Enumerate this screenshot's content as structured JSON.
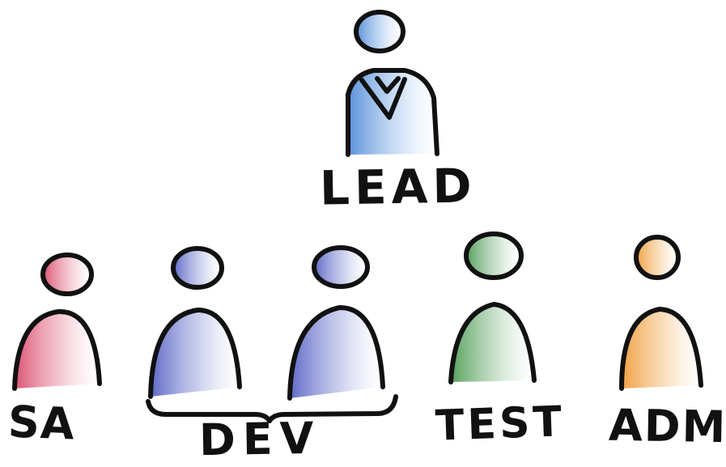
{
  "diagram": {
    "lead": {
      "label": "LEAD",
      "color": "#5b93d9",
      "icon": "person-with-tie-icon"
    },
    "team": [
      {
        "label": "SA",
        "color": "#d9486a",
        "icon": "person-icon"
      },
      {
        "label": "DEV",
        "color": "#5b66c8",
        "icon": "person-icon",
        "members": 2
      },
      {
        "label": "TEST",
        "color": "#4f9a55",
        "icon": "person-icon"
      },
      {
        "label": "ADM",
        "color": "#f0a040",
        "icon": "person-icon"
      }
    ]
  }
}
